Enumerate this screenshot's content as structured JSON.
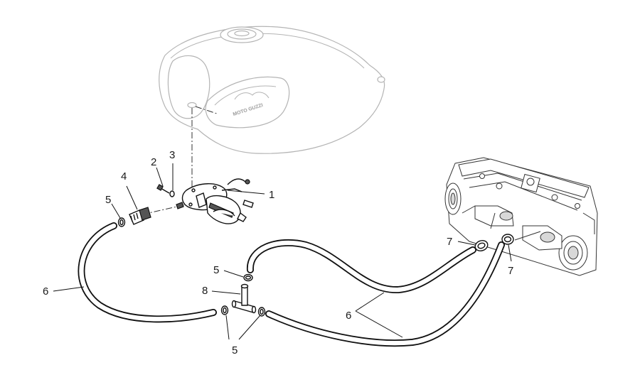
{
  "tank": {
    "logo_text": "MOTO GUZZI"
  },
  "callouts": [
    {
      "id": "c1",
      "label": "1"
    },
    {
      "id": "c2",
      "label": "2"
    },
    {
      "id": "c3",
      "label": "3"
    },
    {
      "id": "c4",
      "label": "4"
    },
    {
      "id": "c5a",
      "label": "5"
    },
    {
      "id": "c5b",
      "label": "5"
    },
    {
      "id": "c5c",
      "label": "5"
    },
    {
      "id": "c6a",
      "label": "6"
    },
    {
      "id": "c6b",
      "label": "6"
    },
    {
      "id": "c7a",
      "label": "7"
    },
    {
      "id": "c7b",
      "label": "7"
    },
    {
      "id": "c8",
      "label": "8"
    }
  ]
}
